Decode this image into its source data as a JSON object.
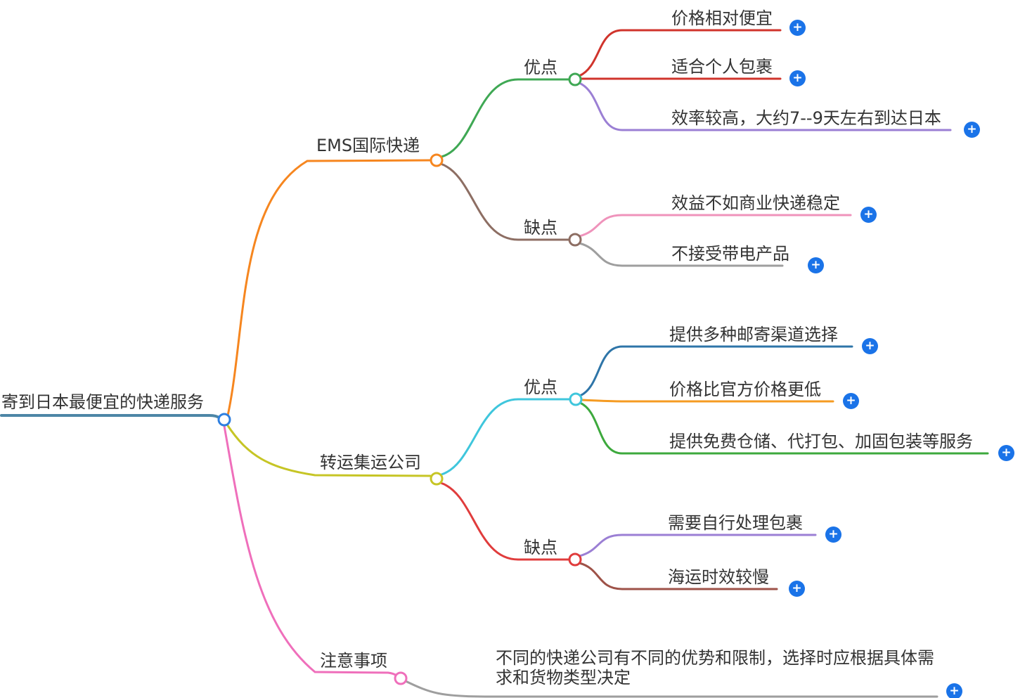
{
  "root": {
    "label": "寄到日本最便宜的快递服务"
  },
  "branches": {
    "ems": {
      "label": "EMS国际快递",
      "pros": {
        "label": "优点",
        "items": [
          "价格相对便宜",
          "适合个人包裹",
          "效率较高，大约7--9天左右到达日本"
        ]
      },
      "cons": {
        "label": "缺点",
        "items": [
          "效益不如商业快递稳定",
          "不接受带电产品"
        ]
      }
    },
    "forwarding": {
      "label": "转运集运公司",
      "pros": {
        "label": "优点",
        "items": [
          "提供多种邮寄渠道选择",
          "价格比官方价格更低",
          "提供免费仓储、代打包、加固包装等服务"
        ]
      },
      "cons": {
        "label": "缺点",
        "items": [
          "需要自行处理包裹",
          "海运时效较慢"
        ]
      }
    },
    "notes": {
      "label": "注意事项",
      "items": [
        "不同的快递公司有不同的优势和限制，选择时应根据具体需求和货物类型决定"
      ]
    }
  },
  "icons": {
    "plus": "+"
  },
  "colors": {
    "root_line": "#4d86a6",
    "root_node": "#2e7fe0",
    "ems_branch": "#f6861f",
    "ems_pros": "#3fa854",
    "ems_pros_leaf_1": "#d0342c",
    "ems_pros_leaf_2": "#d0342c",
    "ems_pros_leaf_3": "#9b7fd4",
    "ems_cons": "#8d6e63",
    "ems_cons_leaf_1": "#ef93bb",
    "ems_cons_leaf_2": "#9e9e9e",
    "fw_branch": "#c6c525",
    "fw_pros": "#3fc6dc",
    "fw_pros_leaf_1": "#2e75a8",
    "fw_pros_leaf_2": "#f59b22",
    "fw_pros_leaf_3": "#3da93d",
    "fw_cons": "#e03c3c",
    "fw_cons_leaf_1": "#9b7fd4",
    "fw_cons_leaf_2": "#9e5248",
    "notes_branch": "#ef6fbb",
    "notes_leaf": "#9e9e9e",
    "plus_icon": "#1a73e8",
    "text": "#333333"
  }
}
